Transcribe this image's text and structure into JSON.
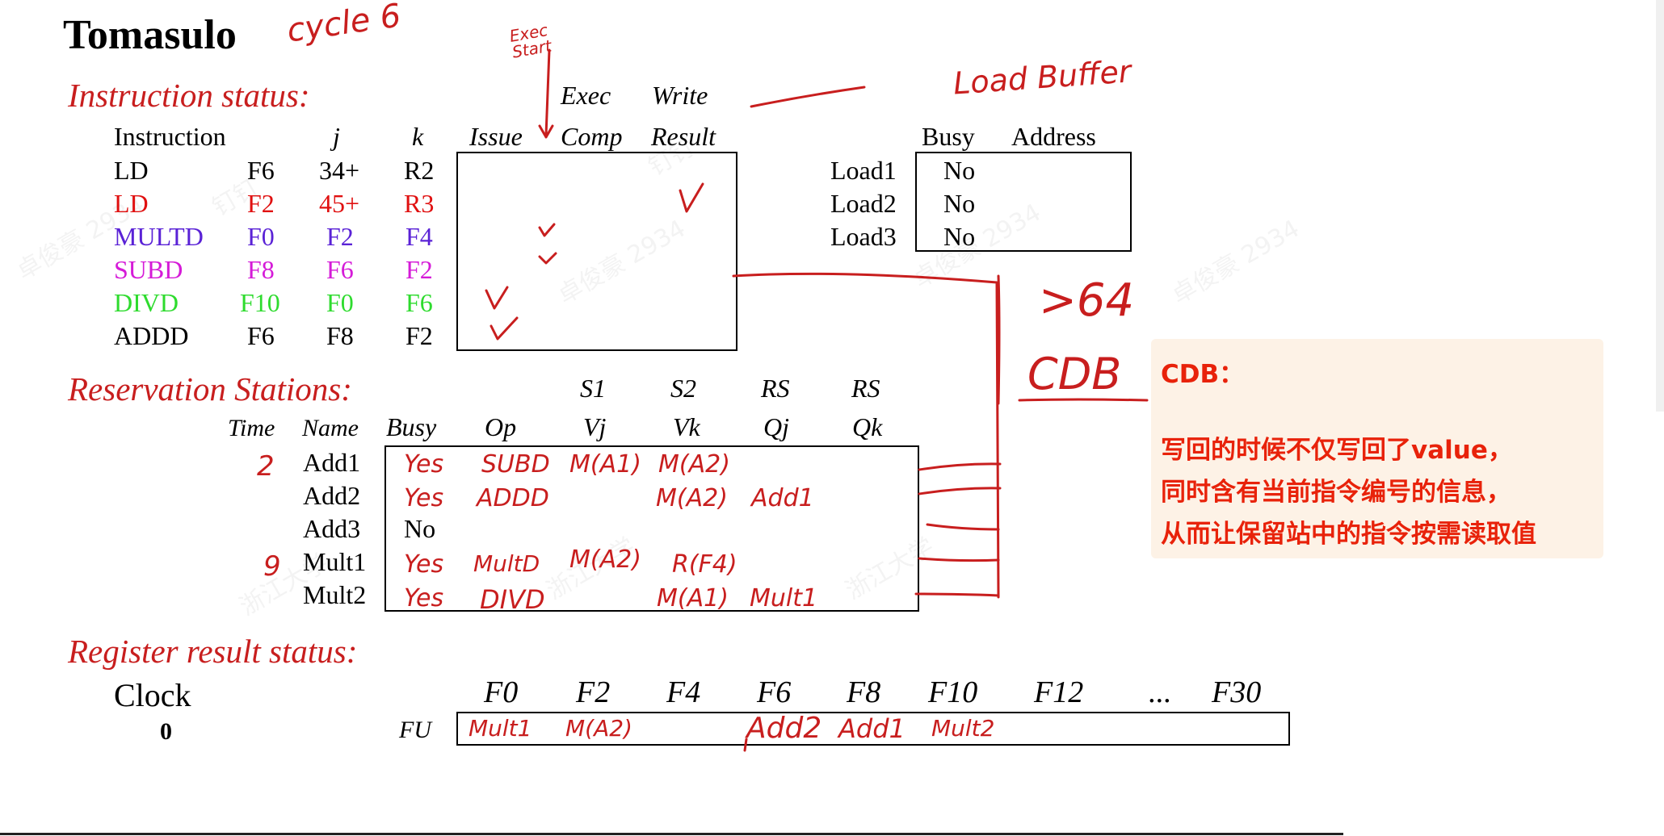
{
  "title": "Tomasulo",
  "annotations": {
    "cycle": "cycle 6",
    "exec_start": "Exec Start",
    "broadcast": "",
    "load_buffer": "Load Buffer",
    "gt64": ">64",
    "cdb": "CDB"
  },
  "instruction_status": {
    "heading": "Instruction status:",
    "col_exec_top": "Exec",
    "col_write_top": "Write",
    "columns": [
      "Instruction",
      "j",
      "k",
      "Issue",
      "Comp",
      "Result"
    ],
    "rows": [
      {
        "op": "LD",
        "dest": "F6",
        "j": "34+",
        "k": "R2",
        "color": "#000000"
      },
      {
        "op": "LD",
        "dest": "F2",
        "j": "45+",
        "k": "R3",
        "color": "#e01010"
      },
      {
        "op": "MULTD",
        "dest": "F0",
        "j": "F2",
        "k": "F4",
        "color": "#5a22d6"
      },
      {
        "op": "SUBD",
        "dest": "F8",
        "j": "F6",
        "k": "F2",
        "color": "#d51bd8"
      },
      {
        "op": "DIVD",
        "dest": "F10",
        "j": "F0",
        "k": "F6",
        "color": "#2edb2e"
      },
      {
        "op": "ADDD",
        "dest": "F6",
        "j": "F8",
        "k": "F2",
        "color": "#000000"
      }
    ]
  },
  "load_buffer": {
    "columns": [
      "Busy",
      "Address"
    ],
    "rows": [
      {
        "name": "Load1",
        "busy": "No"
      },
      {
        "name": "Load2",
        "busy": "No"
      },
      {
        "name": "Load3",
        "busy": "No"
      }
    ]
  },
  "reservation_stations": {
    "heading": "Reservation Stations:",
    "top_headers": [
      "S1",
      "S2",
      "RS",
      "RS"
    ],
    "columns": [
      "Time",
      "Name",
      "Busy",
      "Op",
      "Vj",
      "Vk",
      "Qj",
      "Qk"
    ],
    "rows": [
      {
        "time": "2",
        "name": "Add1",
        "busy": "Yes",
        "op": "SUBD",
        "vj": "M(A1)",
        "vk": "M(A2)",
        "qj": "",
        "qk": ""
      },
      {
        "time": "",
        "name": "Add2",
        "busy": "Yes",
        "op": "ADDD",
        "vj": "",
        "vk": "M(A2)",
        "qj": "Add1",
        "qk": ""
      },
      {
        "time": "",
        "name": "Add3",
        "busy": "No",
        "op": "",
        "vj": "",
        "vk": "",
        "qj": "",
        "qk": ""
      },
      {
        "time": "9",
        "name": "Mult1",
        "busy": "Yes",
        "op": "MultD",
        "vj": "M(A2)",
        "vk": "R(F4)",
        "qj": "",
        "qk": ""
      },
      {
        "time": "",
        "name": "Mult2",
        "busy": "Yes",
        "op": "DIVD",
        "vj": "",
        "vk": "M(A1)",
        "qj": "Mult1",
        "qk": ""
      }
    ]
  },
  "register_status": {
    "heading": "Register result status:",
    "clock_label": "Clock",
    "clock_value": "0",
    "fu_label": "FU",
    "registers": [
      "F0",
      "F2",
      "F4",
      "F6",
      "F8",
      "F10",
      "F12",
      "...",
      "F30"
    ],
    "fu": [
      "Mult1",
      "M(A2)",
      "",
      "Add2",
      "Add1",
      "Mult2",
      "",
      "",
      ""
    ]
  },
  "note": {
    "title": "CDB：",
    "lines": [
      "写回的时候不仅写回了value，",
      "同时含有当前指令编号的信息，",
      "从而让保留站中的指令按需读取值"
    ]
  },
  "watermarks": [
    "卓俊豪 2934",
    "钉钉",
    "浙江大学"
  ],
  "colors": {
    "section": "#c81e1e",
    "handwriting": "#c81e1e",
    "note_bg": "#fdf2e6",
    "note_text": "#e8220a"
  }
}
